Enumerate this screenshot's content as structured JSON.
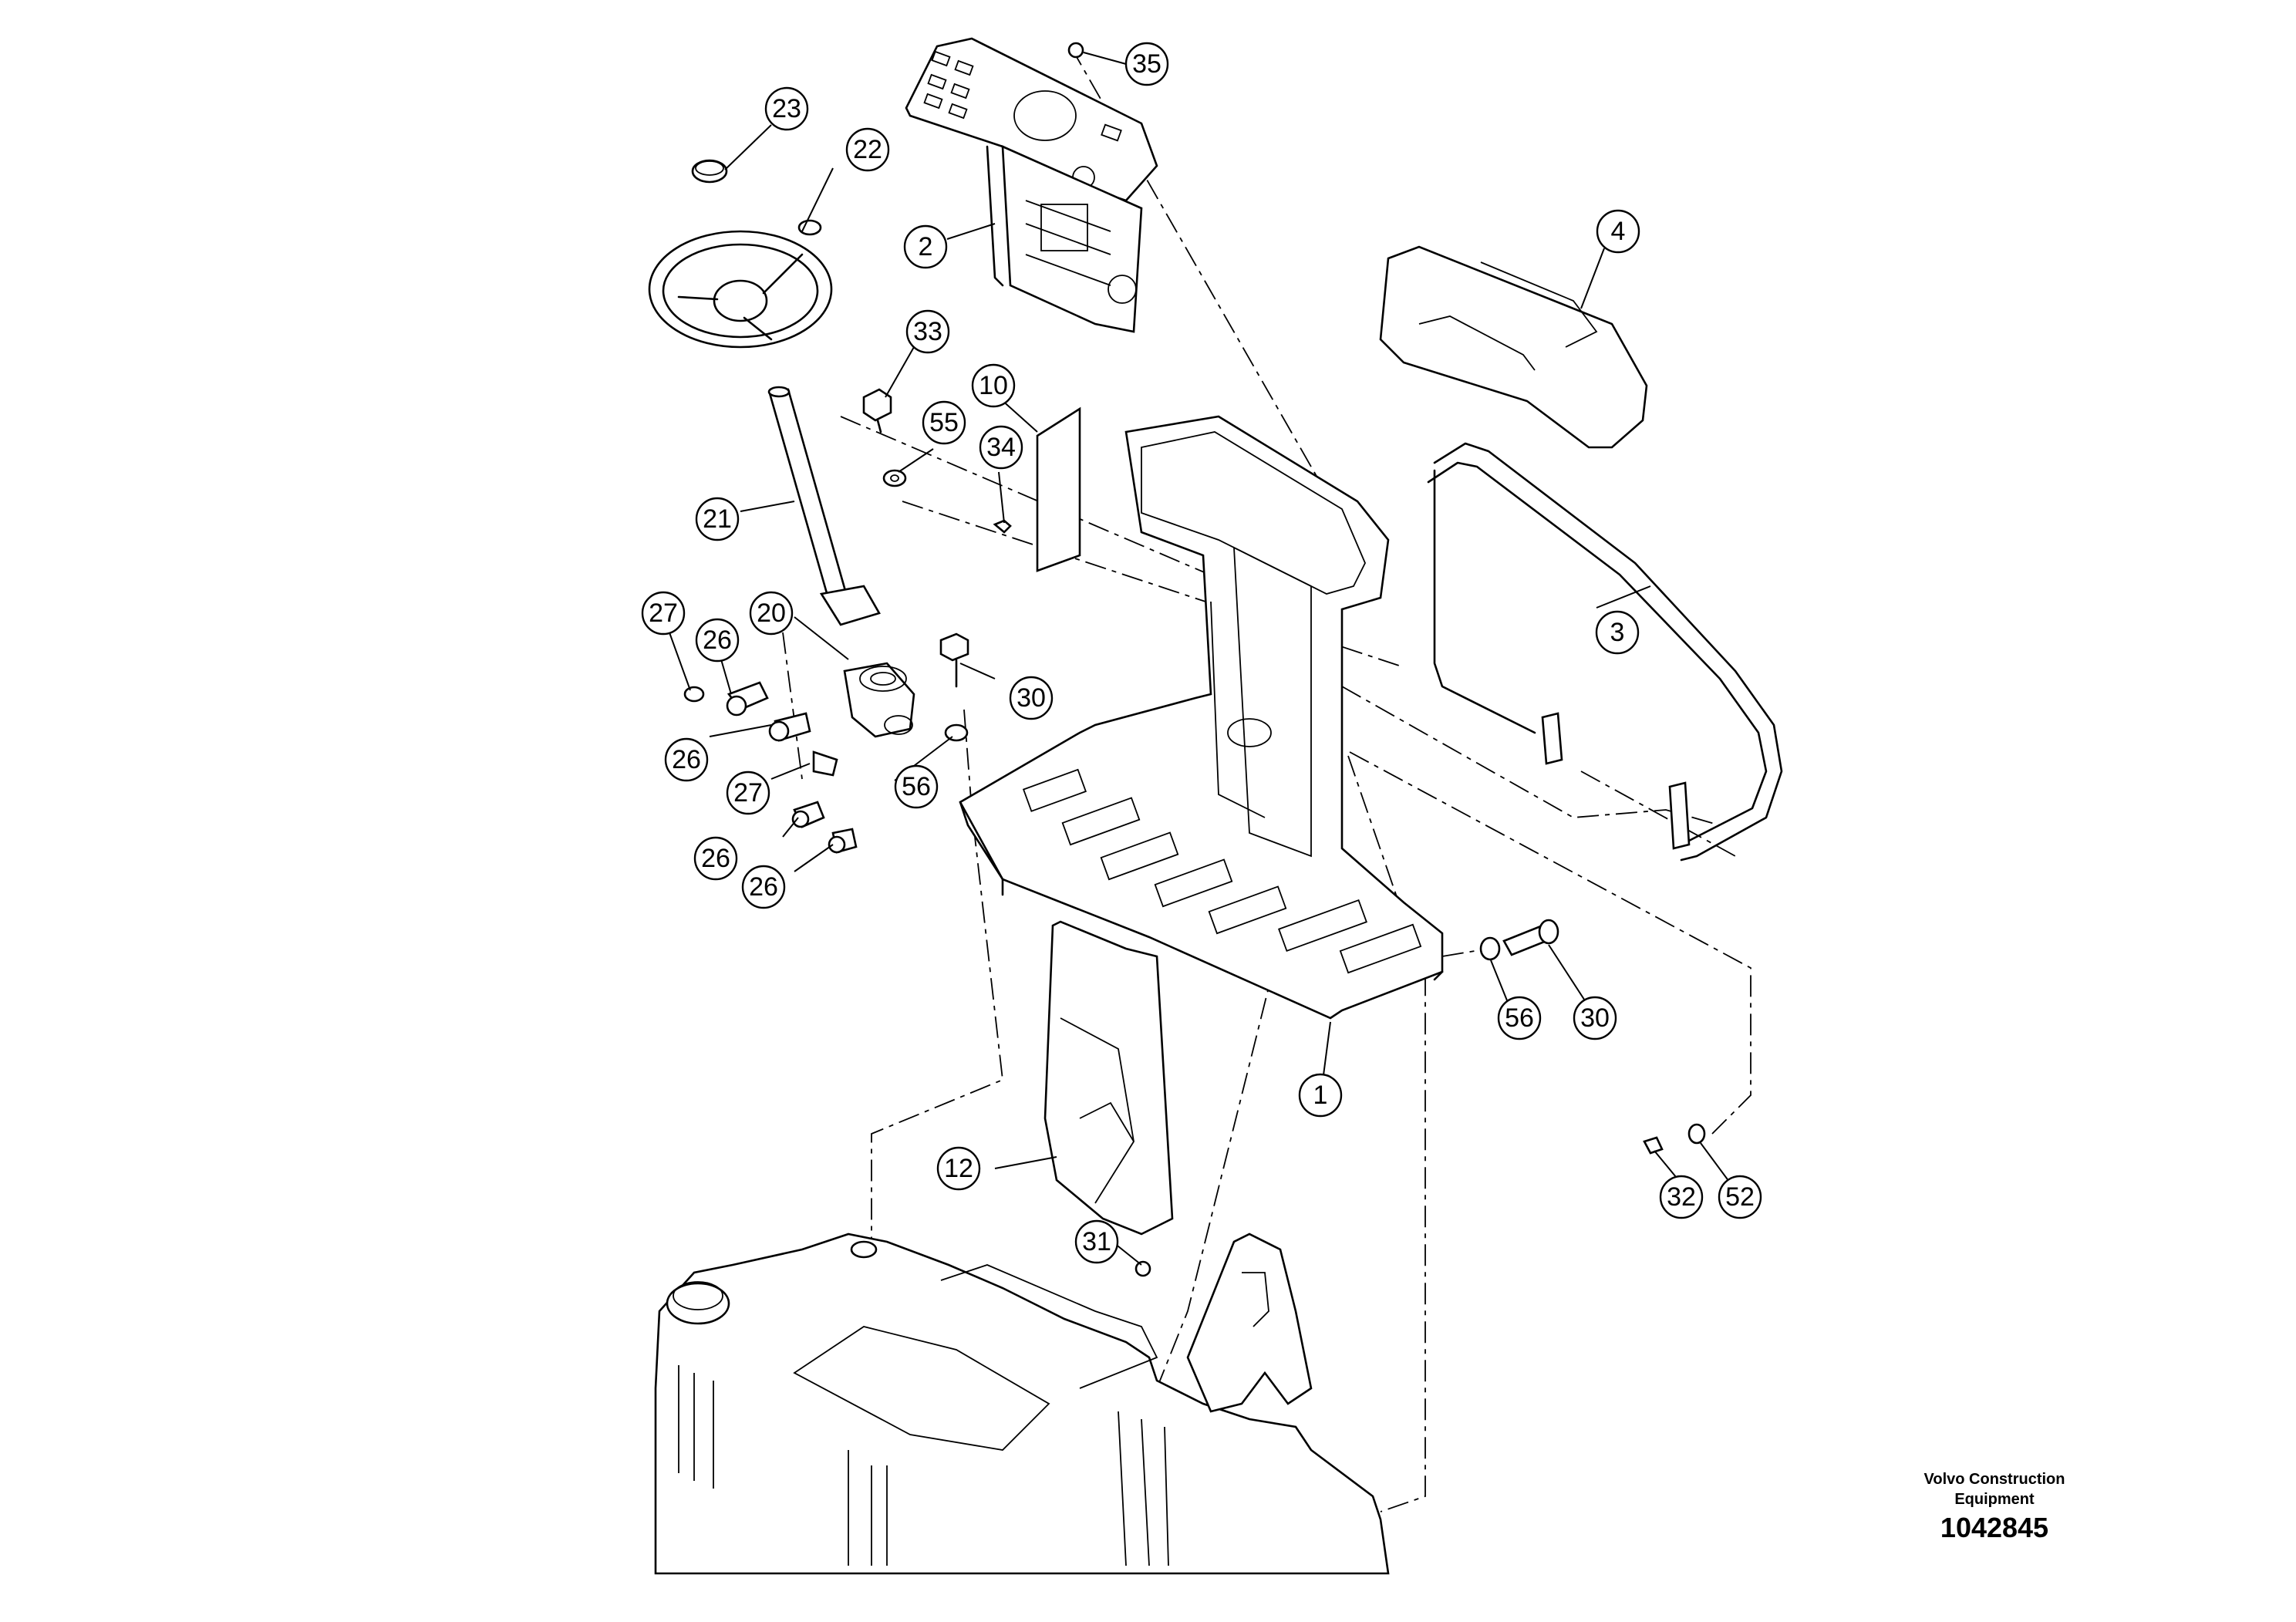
{
  "figure": {
    "brand_line1": "Volvo Construction",
    "brand_line2": "Equipment",
    "drawing_number": "1042845"
  },
  "callouts": [
    {
      "id": "c35",
      "label": "35"
    },
    {
      "id": "c23",
      "label": "23"
    },
    {
      "id": "c22",
      "label": "22"
    },
    {
      "id": "c2",
      "label": "2"
    },
    {
      "id": "c4",
      "label": "4"
    },
    {
      "id": "c33",
      "label": "33"
    },
    {
      "id": "c10",
      "label": "10"
    },
    {
      "id": "c55",
      "label": "55"
    },
    {
      "id": "c34",
      "label": "34"
    },
    {
      "id": "c21",
      "label": "21"
    },
    {
      "id": "c3",
      "label": "3"
    },
    {
      "id": "c27a",
      "label": "27"
    },
    {
      "id": "c26a",
      "label": "26"
    },
    {
      "id": "c20",
      "label": "20"
    },
    {
      "id": "c30a",
      "label": "30"
    },
    {
      "id": "c26b",
      "label": "26"
    },
    {
      "id": "c27b",
      "label": "27"
    },
    {
      "id": "c56a",
      "label": "56"
    },
    {
      "id": "c26c",
      "label": "26"
    },
    {
      "id": "c26d",
      "label": "26"
    },
    {
      "id": "c56b",
      "label": "56"
    },
    {
      "id": "c30b",
      "label": "30"
    },
    {
      "id": "c1",
      "label": "1"
    },
    {
      "id": "c12",
      "label": "12"
    },
    {
      "id": "c32",
      "label": "32"
    },
    {
      "id": "c52",
      "label": "52"
    },
    {
      "id": "c31",
      "label": "31"
    }
  ]
}
